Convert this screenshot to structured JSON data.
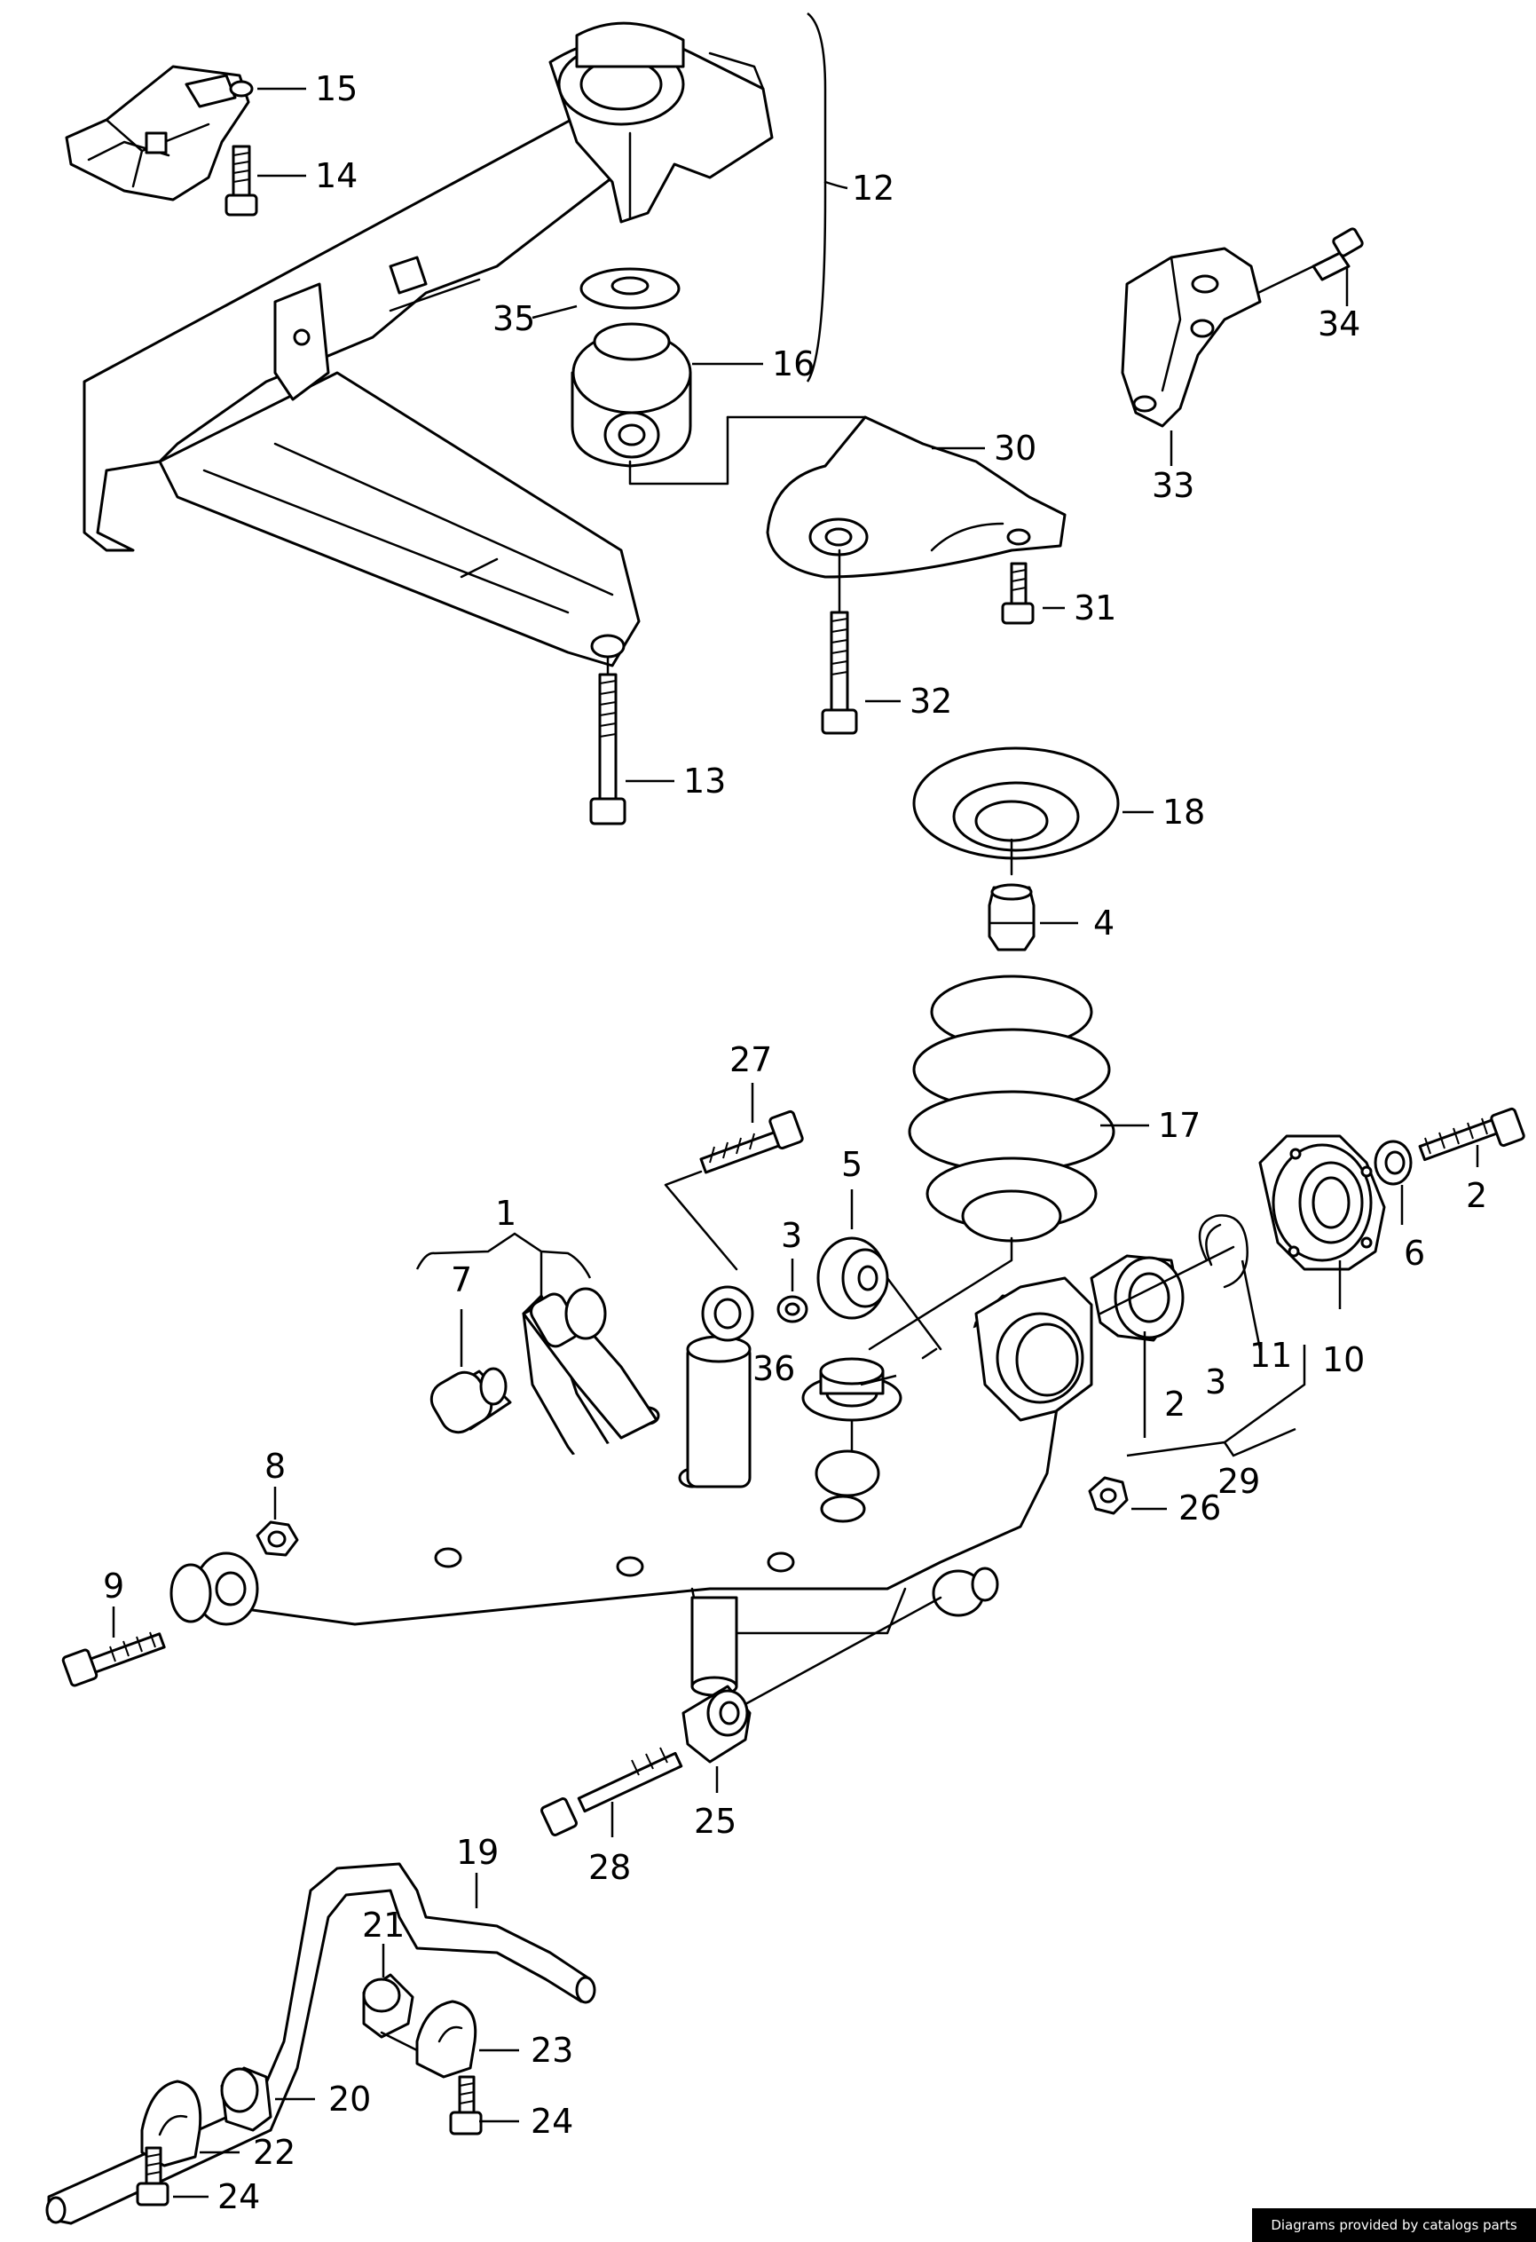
{
  "diagram": {
    "callouts": {
      "c1": "1",
      "c2a": "2",
      "c2b": "2",
      "c3a": "3",
      "c3b": "3",
      "c4": "4",
      "c5": "5",
      "c6": "6",
      "c7": "7",
      "c8": "8",
      "c9": "9",
      "c10": "10",
      "c11": "11",
      "c12": "12",
      "c13": "13",
      "c14": "14",
      "c15": "15",
      "c16": "16",
      "c17": "17",
      "c18": "18",
      "c19": "19",
      "c20": "20",
      "c21": "21",
      "c22": "22",
      "c23": "23",
      "c24a": "24",
      "c24b": "24",
      "c25": "25",
      "c26": "26",
      "c27": "27",
      "c28": "28",
      "c29": "29",
      "c30": "30",
      "c31": "31",
      "c32": "32",
      "c33": "33",
      "c34": "34",
      "c35": "35",
      "c36": "36"
    }
  },
  "footer": {
    "text": "Diagrams provided by catalogs parts"
  }
}
